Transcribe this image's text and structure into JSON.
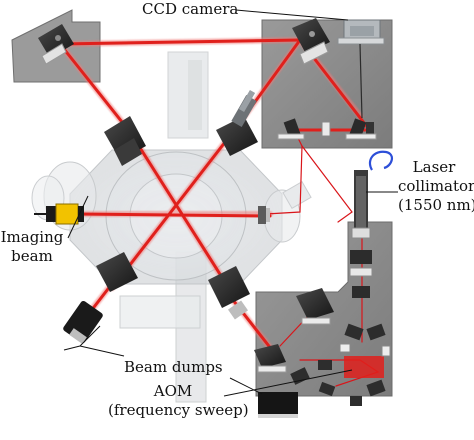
{
  "labels": {
    "ccd_camera": "CCD camera",
    "laser_collimator": [
      "Laser",
      "collimator",
      "(1550 nm)"
    ],
    "imaging_beam": [
      "Imaging",
      "beam"
    ],
    "beam_dumps": "Beam dumps",
    "aom": [
      "AOM",
      "(frequency sweep)"
    ]
  },
  "colors": {
    "laser": "#e0201c",
    "laser_glow": "#f07a78",
    "breadboard": "#8d8d8d",
    "breadboard_edge": "#6e6e6e",
    "mount": "#2b2b2b",
    "mount_light": "#dcdcdc",
    "chamber": "#cfd3d6",
    "fiber": "#2d4fd8",
    "imaging_accent": "#f2c200"
  }
}
